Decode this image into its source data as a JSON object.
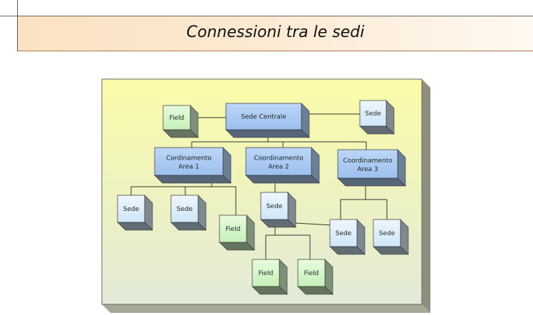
{
  "slide": {
    "title": "Connessioni tra le sedi"
  },
  "diagram": {
    "central": {
      "label": "Sede Centrale"
    },
    "field_top": {
      "label": "Field"
    },
    "sede_top": {
      "label": "Sede"
    },
    "area1": {
      "line1": "Cordinamento",
      "line2": "Area 1"
    },
    "area2": {
      "line1": "Coordinamento",
      "line2": "Area 2"
    },
    "area3": {
      "line1": "Coordinamento",
      "line2": "Area 3"
    },
    "a1_sede_1": {
      "label": "Sede"
    },
    "a1_sede_2": {
      "label": "Sede"
    },
    "a1_field": {
      "label": "Field"
    },
    "a2_sede": {
      "label": "Sede"
    },
    "a2_field_1": {
      "label": "Field"
    },
    "a2_field_2": {
      "label": "Field"
    },
    "a3_sede_1": {
      "label": "Sede"
    },
    "a3_sede_2": {
      "label": "Sede"
    }
  },
  "colors": {
    "panel_top": "#fbfba8",
    "panel_bottom": "#e2ead8",
    "panel_side": "#9a9a8a",
    "blue_face": "#a8c8f0",
    "light_face": "#d8ecfa",
    "green_face": "#d4f7c8",
    "connector": "#333333"
  }
}
